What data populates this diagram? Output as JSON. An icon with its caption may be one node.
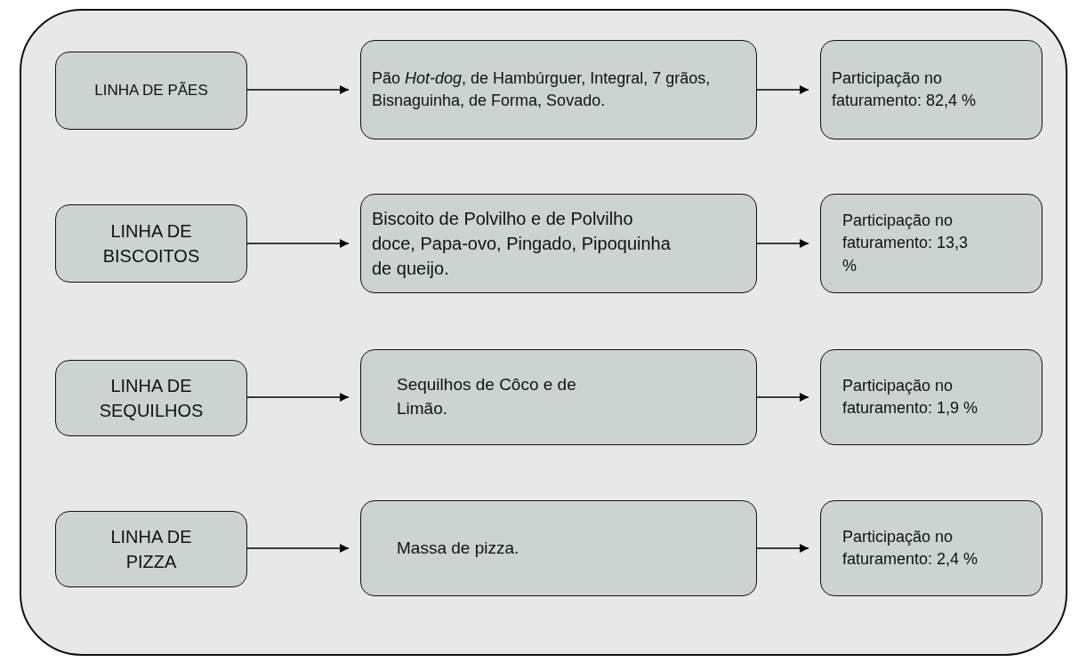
{
  "diagram": {
    "nodes": [
      {
        "text": [],
        "shape": "box"
      },
      {
        "text": [
          "LINHA DE PÃES"
        ],
        "in": 0
      },
      {
        "text": [
          "Pão *Hot-dog*, de Hambúrguer, Integral, 7 grãos, Bisnaguinha, de Forma, Sovado."
        ],
        "in": 0
      },
      {
        "text": [
          "Participação no faturamento: 82,4 %"
        ],
        "in": 0
      },
      {
        "text": [
          "LINHA DE BISCOITOS"
        ],
        "in": 0
      },
      {
        "text": [
          "Biscoito de Polvilho e de Polvilho doce, Papa-ovo, Pingado, Pipoquinha de queijo."
        ],
        "in": 0
      },
      {
        "text": [
          "Participação no faturamento: 13,3 %"
        ],
        "in": 0
      },
      {
        "text": [
          "LINHA DE SEQUILHOS"
        ],
        "in": 0
      },
      {
        "text": [
          "Sequilhos de Côco e de Limão."
        ],
        "in": 0
      },
      {
        "text": [
          "Participação no faturamento: 1,9 %"
        ],
        "in": 0
      },
      {
        "text": [
          "LINHA DE PIZZA"
        ],
        "in": 0
      },
      {
        "text": [
          "Massa de pizza."
        ],
        "in": 0
      },
      {
        "text": [
          "Participação no faturamento: 2,4 %"
        ],
        "in": 0
      }
    ],
    "edges": [
      {
        "from": 1,
        "to": 2,
        "arrow": "to"
      },
      {
        "from": 2,
        "to": 3,
        "arrow": "to"
      },
      {
        "from": 4,
        "to": 5,
        "arrow": "to"
      },
      {
        "from": 5,
        "to": 6,
        "arrow": "to"
      },
      {
        "from": 7,
        "to": 8,
        "arrow": "to"
      },
      {
        "from": 8,
        "to": 9,
        "arrow": "to"
      },
      {
        "from": 10,
        "to": 11,
        "arrow": "to"
      },
      {
        "from": 11,
        "to": 12,
        "arrow": "to"
      }
    ]
  }
}
